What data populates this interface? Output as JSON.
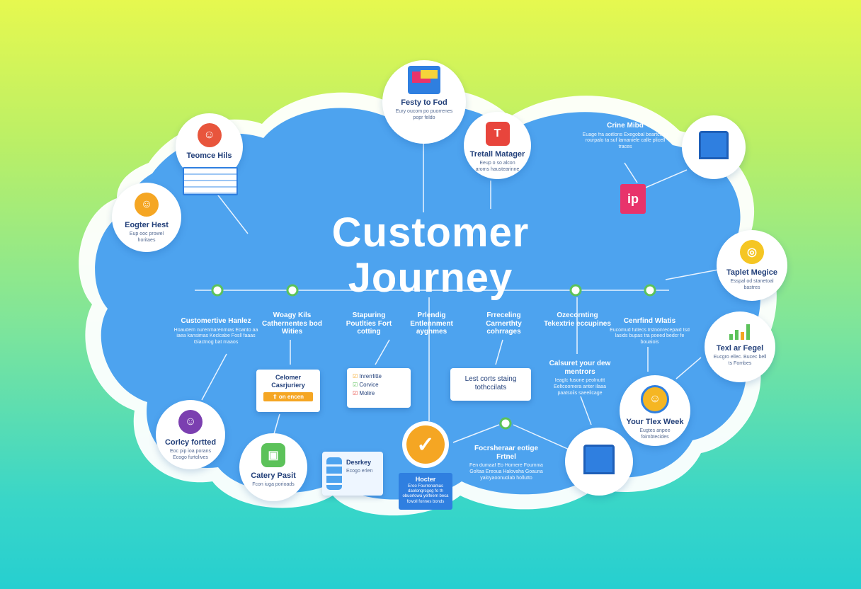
{
  "title": {
    "line1": "Customer",
    "line2": "Journey"
  },
  "top_nodes": {
    "n_top": {
      "title": "Festy to Fod",
      "desc": "Eury oucom po puorrenes popr feldo"
    },
    "n_retail": {
      "title": "Tretall Matager",
      "desc": "Eeup o so alcon aroms haustearinne"
    },
    "n_teamce": {
      "title": "Teomce Hils"
    },
    "n_eagter": {
      "title": "Eogter Hest",
      "desc": "Eup ooc prowel horitaes"
    },
    "n_right_badge": {
      "title": "ip"
    }
  },
  "side_labels": {
    "crime": {
      "title": "Crine Mibd",
      "desc": "Euage fra aoitlons Exegobal beartcong rourpalo ta suf lamaniele calle plicell traces"
    },
    "taplet": {
      "title": "Taplet Megice",
      "desc": "Esspal od stanetoal bastres"
    },
    "textal": {
      "title": "Texl ar Fegel",
      "desc": "Eucgro ellec. Bucec bell ts Fombes"
    },
    "yourtex": {
      "title": "Your Tlex Week",
      "desc": "Eugtes anpee foimbtecides"
    }
  },
  "timeline_labels": [
    {
      "title": "Customertive Hanlez",
      "desc": "Hoaudem nurenmarenmias Eoanto aa iaea kansimas Keclcabe Fosll faaas Giactnog bat maaos"
    },
    {
      "title": "Woagy Kils Cathernentes bod Wities",
      "desc": ""
    },
    {
      "title": "Stapuring Poutlties Fort cotting",
      "desc": ""
    },
    {
      "title": "Prlendig Entlennment aygnmes",
      "desc": ""
    },
    {
      "title": "Frreceling Carnerthty cohrrages",
      "desc": ""
    },
    {
      "title": "Ozecornting Tekextrie eccupines",
      "desc": ""
    },
    {
      "title": "Cenrfind Wlatis",
      "desc": "Eucomud futlecs lrstnonrecepaid tsd lasids bupas tra poeed bedcr fe bouaiois"
    }
  ],
  "cards": {
    "cathernery": {
      "title": "Celomer Casrjuriery",
      "button": "⇧ on encen"
    },
    "checklist": {
      "items": [
        "Inrerrlitte",
        "Corvice",
        "Molire"
      ]
    },
    "lest": {
      "title": "Lest corts staing tothccilats"
    }
  },
  "bottom_nodes": {
    "carley": {
      "title": "Corlcy fortted",
      "desc": "Eoc pip ioa porans Ecogo furtolives"
    },
    "catery": {
      "title": "Catery Pasit",
      "desc": "Fcon iuga porioads"
    },
    "desrkey": {
      "title": "Desrkey",
      "desc": "Ecogo erlen"
    },
    "hoder": {
      "title": "Hocter",
      "desc": "Eroo Fourrenamas daolongrcgog fo th obuorlowa yelfeem beca fcwoll fonnes bonds"
    },
    "focrsheraar": {
      "title": "Focrsheraar eotige Frtnel",
      "desc": "Fen dumaaf Eo Homere Foumnia Goltaa Ereoua Halovaha Goauna yaloyaoonuolab hollutto"
    },
    "calsuret": {
      "title": "Calsuret your dew mentrors",
      "desc": "Ieaglc fusone peolnuttt Eeltcoomera anter ilaaa paatsoiis saeeilcage"
    }
  },
  "colors": {
    "cloud": "#4da3ef",
    "accent_orange": "#f5a623",
    "accent_red": "#e8453c",
    "accent_green": "#5cc25a",
    "accent_pink": "#e8336b"
  },
  "icons": [
    "window-icon",
    "avatar-icon",
    "spreadsheet-icon",
    "user-badge-icon",
    "tool-icon",
    "building-icon",
    "tag-icon",
    "coin-icon",
    "chart-icon",
    "person-icon",
    "briefcase-icon",
    "gift-icon",
    "database-icon",
    "check-icon",
    "pin-icon"
  ]
}
